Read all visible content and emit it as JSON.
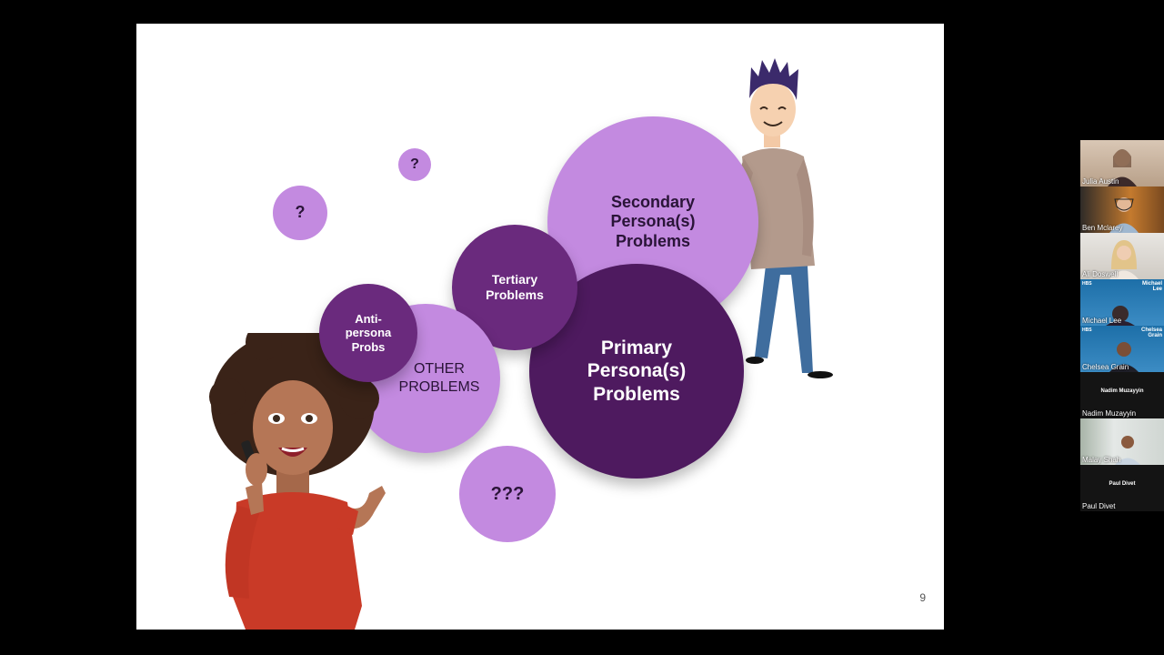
{
  "slide": {
    "page_number": "9",
    "bubbles": {
      "secondary": "Secondary\nPersona(s)\nProblems",
      "primary": "Primary\nPersona(s)\nProblems",
      "tertiary": "Tertiary\nProblems",
      "anti": "Anti-\npersona\nProbs",
      "other": "OTHER\nPROBLEMS",
      "q1": "?",
      "q2": "?",
      "q3": "???"
    }
  },
  "gallery": {
    "participants": [
      {
        "name": "Julia Austin"
      },
      {
        "name": "Ben Mclarey"
      },
      {
        "name": "Ali Doswell"
      },
      {
        "name": "Michael Lee",
        "badge": "HBS",
        "tag": "Michael\nLee"
      },
      {
        "name": "Chelsea Grain",
        "badge": "HBS",
        "tag": "Chelsea\nGrain"
      },
      {
        "name": "Nadim Muzayyin",
        "center_name": "Nadim Muzayyin"
      },
      {
        "name": "Malay Shah"
      },
      {
        "name": "Paul Divet",
        "center_name": "Paul Divet"
      }
    ]
  }
}
